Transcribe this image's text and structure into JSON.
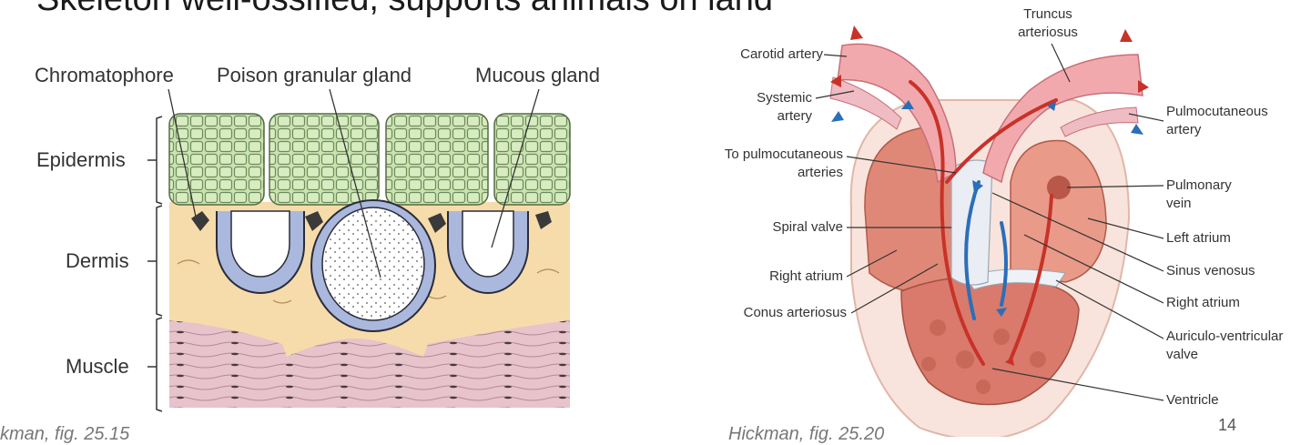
{
  "slide": {
    "title": "Skeleton well-ossified, supports animals on land",
    "page_number": "14"
  },
  "skin_diagram": {
    "top_labels": {
      "chromatophore": "Chromatophore",
      "poison_gland": "Poison granular gland",
      "mucous_gland": "Mucous gland"
    },
    "layers": {
      "epidermis": "Epidermis",
      "dermis": "Dermis",
      "muscle": "Muscle"
    },
    "caption": "kman, fig. 25.15",
    "colors": {
      "epidermis": "#c9e3b0",
      "dermis": "#f6dcaa",
      "muscle": "#e7c3cc",
      "gland": "#a9b8dc"
    }
  },
  "heart_diagram": {
    "labels": {
      "truncus_arteriosus": "Truncus arteriosus",
      "carotid_artery": "Carotid artery",
      "systemic_artery": "Systemic artery",
      "to_pulmocutaneous": "To pulmocutaneous arteries",
      "spiral_valve": "Spiral valve",
      "right_atrium_left": "Right atrium",
      "conus_arteriosus": "Conus arteriosus",
      "pulmocutaneous_artery": "Pulmocutaneous artery",
      "pulmonary_vein": "Pulmonary vein",
      "left_atrium": "Left atrium",
      "sinus_venosus": "Sinus venosus",
      "right_atrium_right": "Right atrium",
      "av_valve": "Auriculo-ventricular valve",
      "ventricle": "Ventricle"
    },
    "caption": "Hickman, fig. 25.20",
    "colors": {
      "artery": "#f2a9ae",
      "chamber": "#e08878",
      "oxygenated_arrow": "#c83228",
      "deoxygenated_arrow": "#2a6fb8"
    }
  }
}
